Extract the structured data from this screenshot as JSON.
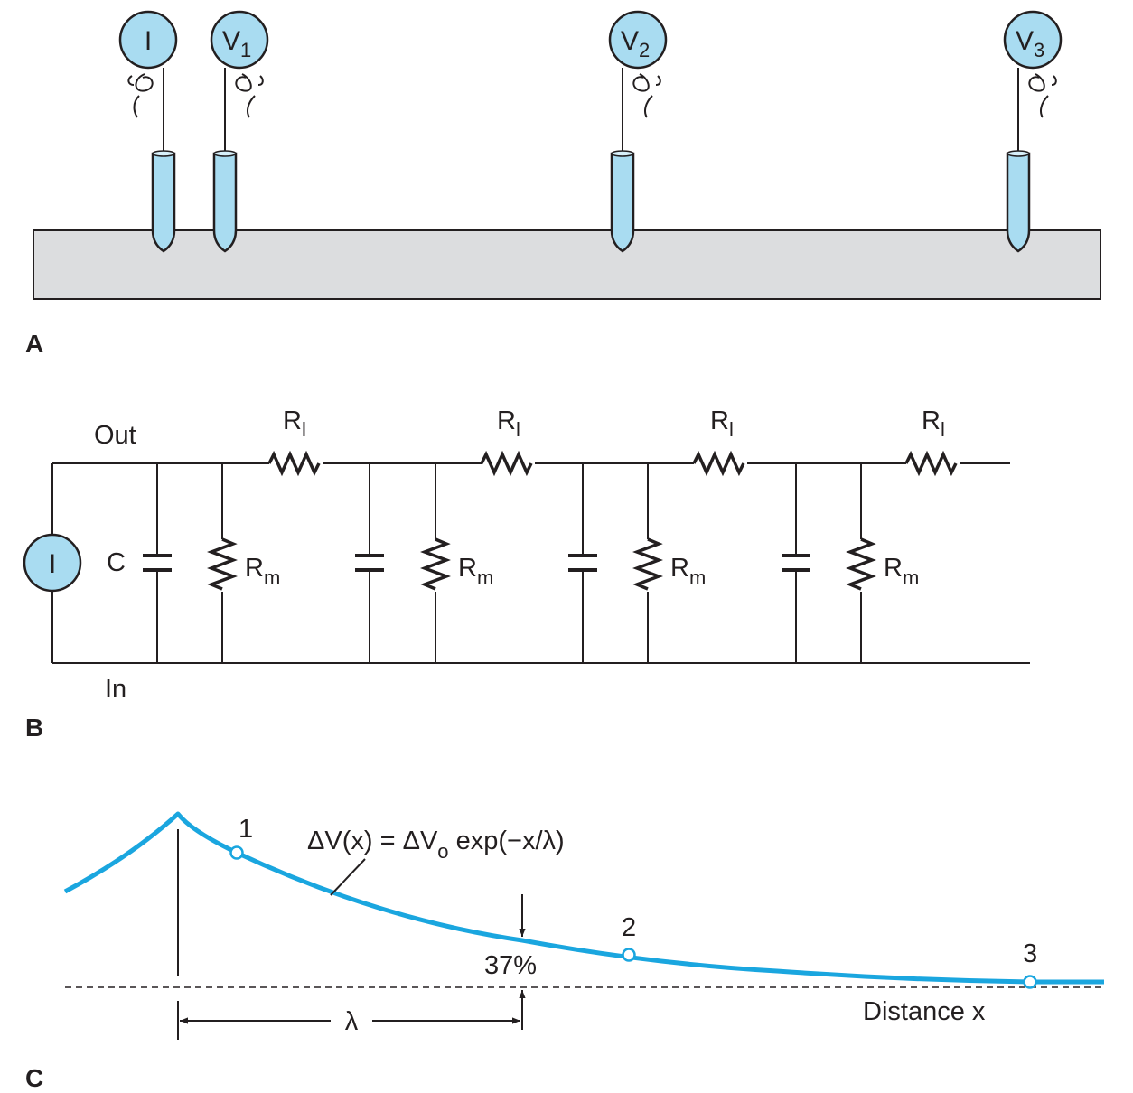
{
  "panels": {
    "a": "A",
    "b": "B",
    "c": "C"
  },
  "panel_a": {
    "probes": [
      {
        "base": "I",
        "sub": ""
      },
      {
        "base": "V",
        "sub": "1"
      },
      {
        "base": "V",
        "sub": "2"
      },
      {
        "base": "V",
        "sub": "3"
      }
    ]
  },
  "panel_b": {
    "out_label": "Out",
    "in_label": "In",
    "source_label": "I",
    "cap_label": "C",
    "rl_base": "R",
    "rl_sub": "l",
    "rm_base": "R",
    "rm_sub": "m"
  },
  "panel_c": {
    "equation": {
      "left": "ΔV(x) = ΔV",
      "sub": "o",
      "right": " exp(−x/λ)"
    },
    "point_labels": [
      "1",
      "2",
      "3"
    ],
    "percent_label": "37%",
    "lambda_label": "λ",
    "x_axis_label": "Distance x"
  },
  "colors": {
    "probe_fill": "#a9dcf1",
    "membrane_fill": "#dcdddf",
    "curve": "#1aa6df",
    "line": "#231f20"
  }
}
